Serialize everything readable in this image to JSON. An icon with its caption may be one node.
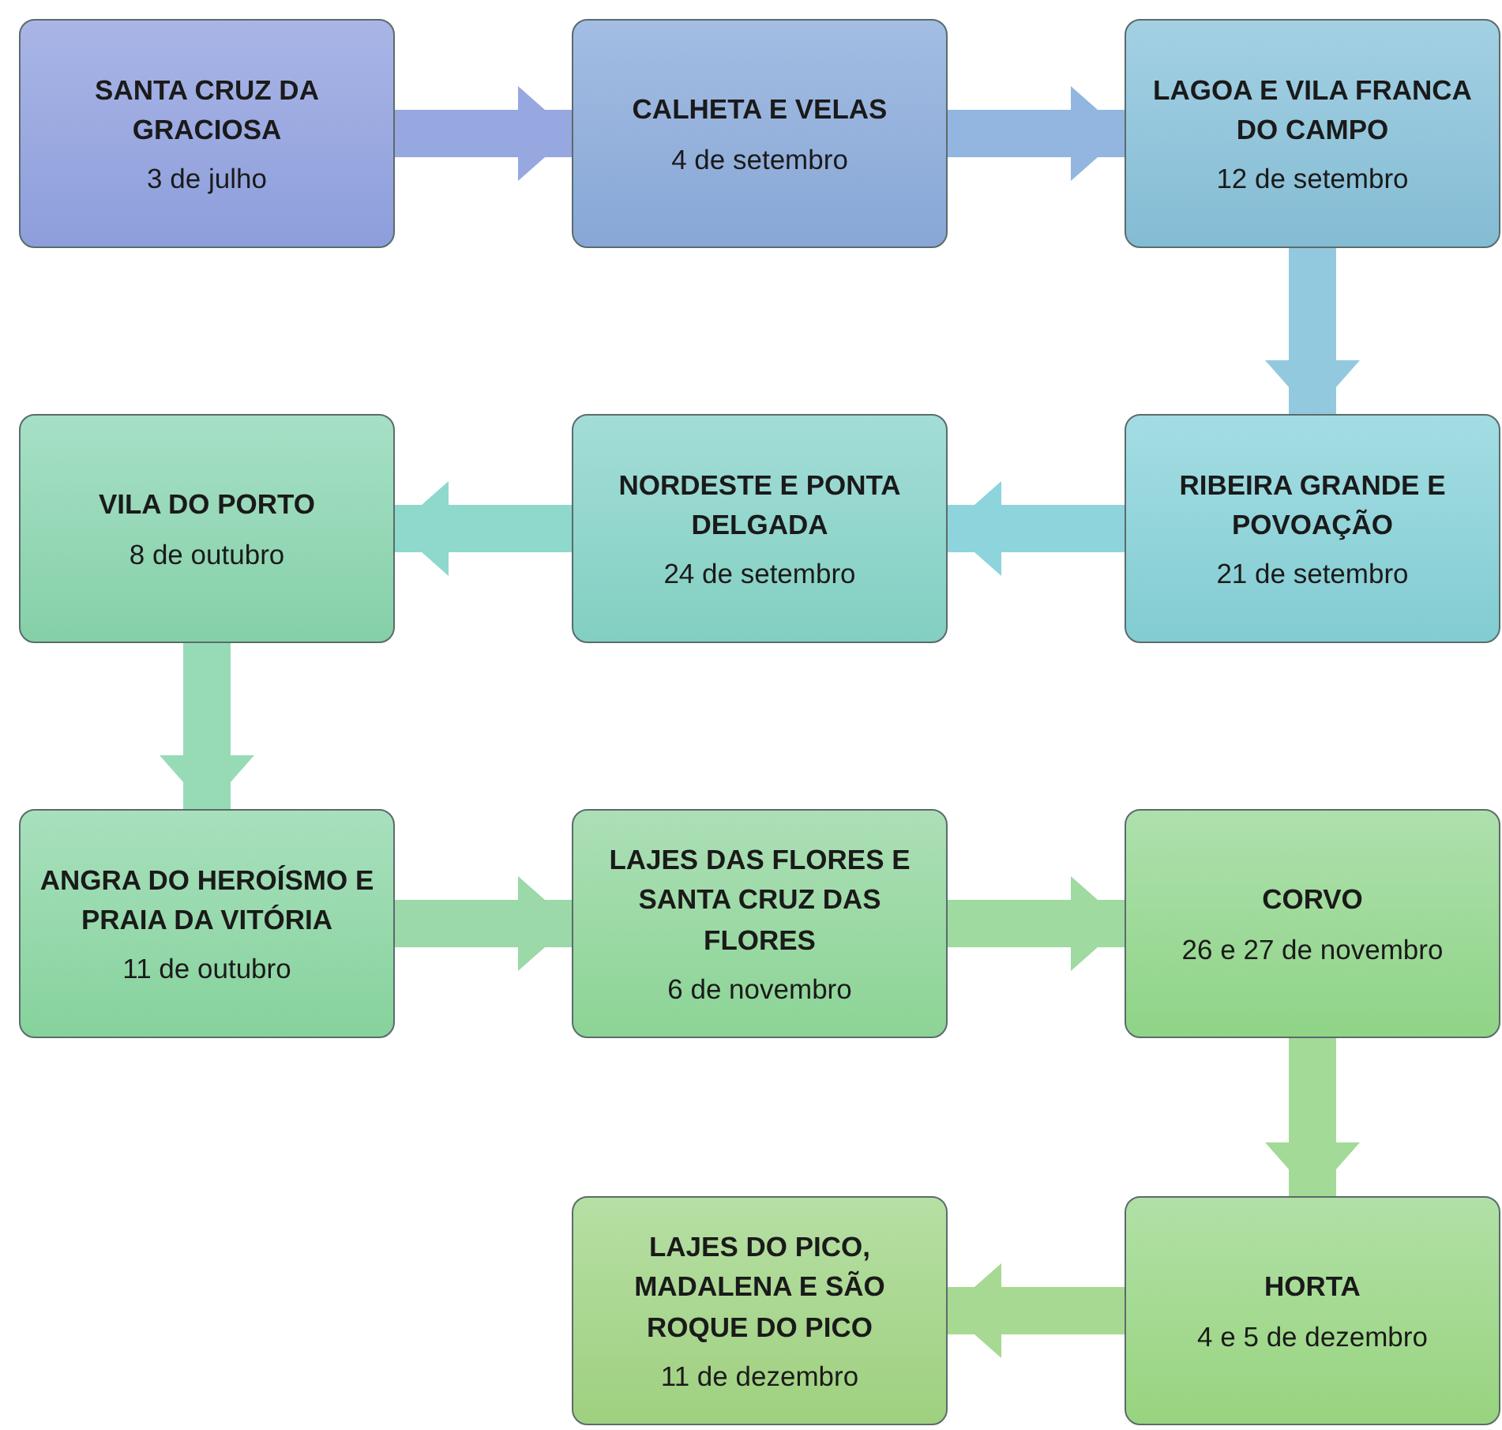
{
  "diagram": {
    "nodes": [
      {
        "text": [
          "SANTA CRUZ DA GRACIOSA",
          "3 de julho"
        ]
      },
      {
        "text": [
          "CALHETA E VELAS",
          "4 de setembro"
        ]
      },
      {
        "text": [
          "LAGOA E VILA FRANCA DO CAMPO",
          "12 de setembro"
        ]
      },
      {
        "text": [
          "RIBEIRA GRANDE E POVOAÇÃO",
          "21 de setembro"
        ]
      },
      {
        "text": [
          "NORDESTE E PONTA DELGADA",
          "24 de setembro"
        ]
      },
      {
        "text": [
          "VILA DO PORTO",
          "8 de outubro"
        ]
      },
      {
        "text": [
          "ANGRA DO HEROÍSMO E PRAIA DA VITÓRIA",
          "11 de outubro"
        ]
      },
      {
        "text": [
          "LAJES DAS FLORES E SANTA CRUZ DAS FLORES",
          "6 de novembro"
        ]
      },
      {
        "text": [
          "CORVO",
          "26 e 27 de novembro"
        ]
      },
      {
        "text": [
          "HORTA",
          "4 e 5 de dezembro"
        ]
      },
      {
        "text": [
          "LAJES DO PICO, MADALENA E SÃO ROQUE DO PICO",
          "11 de dezembro"
        ]
      }
    ],
    "edges": [
      {
        "from": 0,
        "to": 1,
        "arrow": "to"
      },
      {
        "from": 1,
        "to": 2,
        "arrow": "to"
      },
      {
        "from": 2,
        "to": 3,
        "arrow": "to"
      },
      {
        "from": 3,
        "to": 4,
        "arrow": "to"
      },
      {
        "from": 4,
        "to": 5,
        "arrow": "to"
      },
      {
        "from": 5,
        "to": 6,
        "arrow": "to"
      },
      {
        "from": 6,
        "to": 7,
        "arrow": "to"
      },
      {
        "from": 7,
        "to": 8,
        "arrow": "to"
      },
      {
        "from": 8,
        "to": 9,
        "arrow": "to"
      },
      {
        "from": 9,
        "to": 10,
        "arrow": "to"
      }
    ]
  }
}
